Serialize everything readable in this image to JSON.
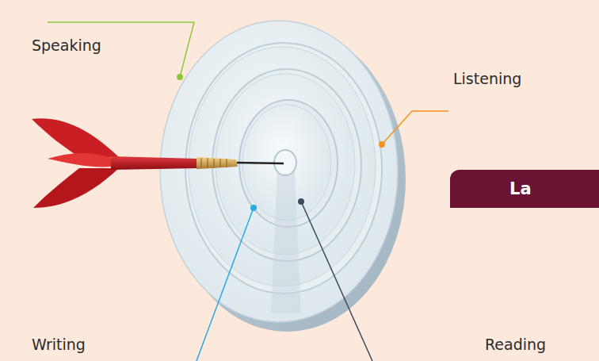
{
  "diagram": {
    "nodes": [
      {
        "text": [
          "La"
        ]
      }
    ],
    "labels": [
      "Speaking",
      "Listening",
      "Writing",
      "Reading"
    ]
  }
}
